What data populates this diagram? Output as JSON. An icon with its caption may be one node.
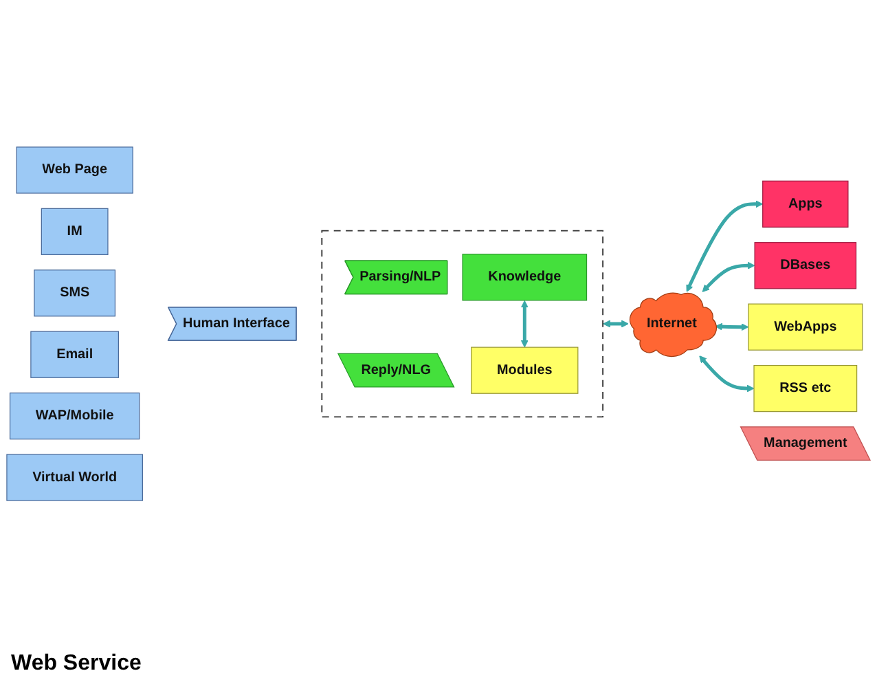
{
  "diagram": {
    "nodes": [
      {
        "text": [
          "Web Page"
        ]
      },
      {
        "text": [
          "IM"
        ]
      },
      {
        "text": [
          "SMS"
        ]
      },
      {
        "text": [
          "Email"
        ]
      },
      {
        "text": [
          "WAP/Mobile"
        ]
      },
      {
        "text": [
          "Virtual World"
        ]
      },
      {
        "text": [
          "Human Interface"
        ]
      },
      {
        "text": [],
        "shape": "box"
      },
      {
        "text": [
          "Parsing/NLP"
        ],
        "in": 7
      },
      {
        "text": [
          "Knowledge"
        ],
        "in": 7
      },
      {
        "text": [
          "Reply/NLG"
        ],
        "in": 7
      },
      {
        "text": [
          "Modules"
        ],
        "in": 7
      },
      {
        "text": [
          "Management"
        ]
      },
      {
        "text": [
          "Internet"
        ]
      },
      {
        "text": [
          "Apps"
        ]
      },
      {
        "text": [
          "DBases"
        ]
      },
      {
        "text": [
          "WebApps"
        ]
      },
      {
        "text": [
          "RSS etc"
        ]
      }
    ],
    "edges": [
      {
        "from": 9,
        "to": 11,
        "arrow": "both"
      },
      {
        "from": 7,
        "to": 13,
        "arrow": "both"
      },
      {
        "from": 13,
        "to": 14,
        "arrow": "both"
      },
      {
        "from": 13,
        "to": 15,
        "arrow": "both"
      },
      {
        "from": 13,
        "to": 16,
        "arrow": "both"
      },
      {
        "from": 13,
        "to": 17,
        "arrow": "both"
      }
    ],
    "labels": [
      "Web Service"
    ]
  }
}
